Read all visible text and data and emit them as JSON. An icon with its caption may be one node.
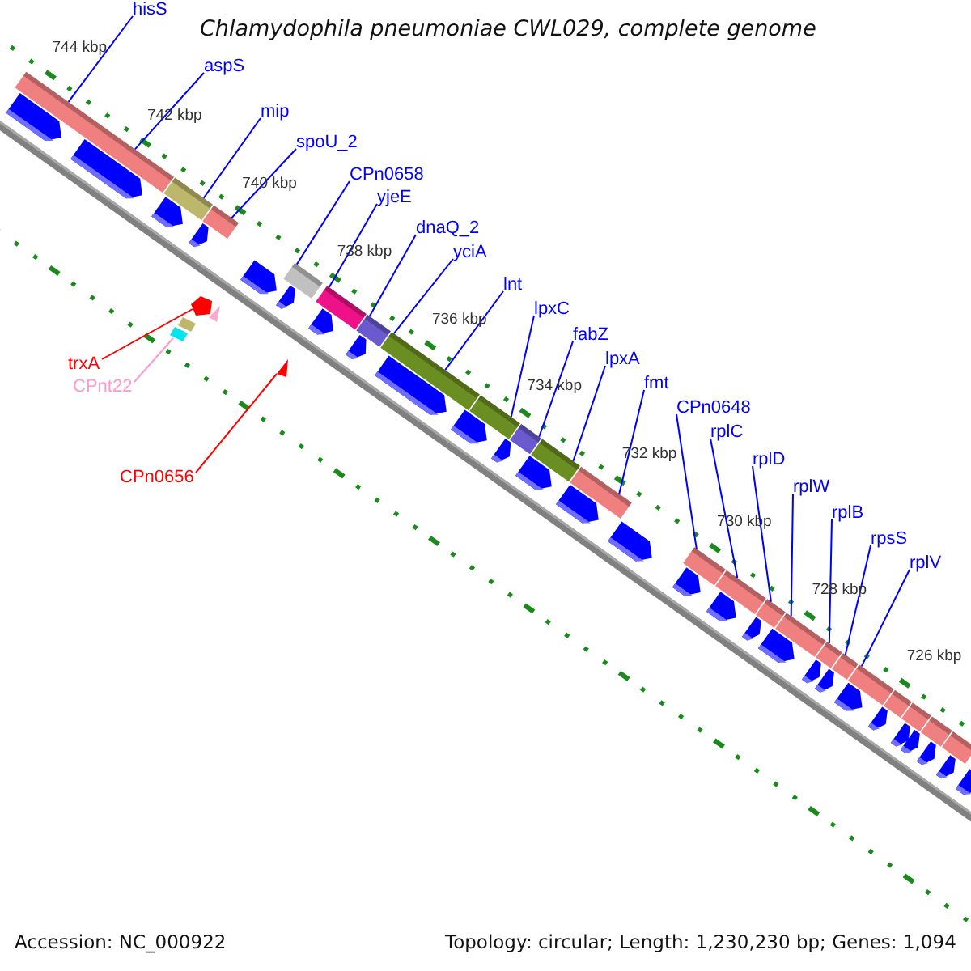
{
  "diagram": {
    "title": "Chlamydophila pneumoniae CWL029, complete genome",
    "nodes": [
      {
        "text": [
          "hisS"
        ]
      },
      {
        "text": [
          "aspS"
        ]
      },
      {
        "text": [
          "mip"
        ]
      },
      {
        "text": [
          "spoU_2"
        ]
      },
      {
        "text": [
          "CPn0658"
        ]
      },
      {
        "text": [
          "yjeE"
        ]
      },
      {
        "text": [
          "dnaQ_2"
        ]
      },
      {
        "text": [
          "yciA"
        ]
      },
      {
        "text": [
          "lnt"
        ]
      },
      {
        "text": [
          "lpxC"
        ]
      },
      {
        "text": [
          "fabZ"
        ]
      },
      {
        "text": [
          "lpxA"
        ]
      },
      {
        "text": [
          "fmt"
        ]
      },
      {
        "text": [
          "CPn0648"
        ]
      },
      {
        "text": [
          "rplC"
        ]
      },
      {
        "text": [
          "rplD"
        ]
      },
      {
        "text": [
          "rplW"
        ]
      },
      {
        "text": [
          "rplB"
        ]
      },
      {
        "text": [
          "rpsS"
        ]
      },
      {
        "text": [
          "rplV"
        ]
      },
      {
        "text": [
          "trxA"
        ]
      },
      {
        "text": [
          "CPnt22"
        ]
      },
      {
        "text": [
          "CPn0656"
        ]
      },
      {
        "text": [],
        "shape": "bar"
      },
      {
        "text": [],
        "shape": "bar"
      },
      {
        "text": [],
        "shape": "bar"
      },
      {
        "text": [],
        "shape": "bar"
      },
      {
        "text": [],
        "shape": "bar"
      },
      {
        "text": [],
        "shape": "bar"
      },
      {
        "text": [],
        "shape": "bar"
      },
      {
        "text": [],
        "shape": "bar"
      },
      {
        "text": [],
        "shape": "bar"
      },
      {
        "text": [],
        "shape": "bar"
      },
      {
        "text": [],
        "shape": "bar"
      },
      {
        "text": [],
        "shape": "bar"
      },
      {
        "text": [],
        "shape": "bar"
      },
      {
        "text": [],
        "shape": "bar"
      },
      {
        "text": [],
        "shape": "bar"
      },
      {
        "text": [],
        "shape": "bar"
      },
      {
        "text": [],
        "shape": "bar"
      },
      {
        "text": [],
        "shape": "bar"
      },
      {
        "text": [],
        "shape": "bar"
      },
      {
        "text": [],
        "shape": "bar"
      },
      {
        "text": [],
        "shape": "bar"
      },
      {
        "text": [],
        "shape": "bar"
      },
      {
        "text": [],
        "shape": "arrow"
      },
      {
        "text": [],
        "shape": "box"
      },
      {
        "text": [],
        "shape": "triangle"
      }
    ],
    "edges": [
      {
        "from": 0,
        "to": 23,
        "arrow": "none"
      },
      {
        "from": 1,
        "to": 23,
        "arrow": "none"
      },
      {
        "from": 2,
        "to": 24,
        "arrow": "none"
      },
      {
        "from": 3,
        "to": 25,
        "arrow": "none"
      },
      {
        "from": 4,
        "to": 26,
        "arrow": "none"
      },
      {
        "from": 5,
        "to": 27,
        "arrow": "none"
      },
      {
        "from": 6,
        "to": 28,
        "arrow": "none"
      },
      {
        "from": 7,
        "to": 29,
        "arrow": "none"
      },
      {
        "from": 8,
        "to": 29,
        "arrow": "none"
      },
      {
        "from": 9,
        "to": 30,
        "arrow": "none"
      },
      {
        "from": 10,
        "to": 31,
        "arrow": "none"
      },
      {
        "from": 11,
        "to": 32,
        "arrow": "none"
      },
      {
        "from": 12,
        "to": 33,
        "arrow": "none"
      },
      {
        "from": 13,
        "to": 34,
        "arrow": "none"
      },
      {
        "from": 14,
        "to": 35,
        "arrow": "none"
      },
      {
        "from": 15,
        "to": 36,
        "arrow": "none"
      },
      {
        "from": 16,
        "to": 37,
        "arrow": "none"
      },
      {
        "from": 17,
        "to": 38,
        "arrow": "none"
      },
      {
        "from": 18,
        "to": 39,
        "arrow": "none"
      },
      {
        "from": 19,
        "to": 40,
        "arrow": "none"
      },
      {
        "from": 20,
        "to": 45,
        "arrow": "none",
        "color": "#ff0000"
      },
      {
        "from": 21,
        "to": 46,
        "arrow": "none",
        "color": "#ff99cc"
      },
      {
        "from": 22,
        "to": 47,
        "arrow": "none",
        "color": "#ff0000"
      }
    ],
    "labels": [
      "744 kbp",
      "742 kbp",
      "740 kbp",
      "738 kbp",
      "736 kbp",
      "734 kbp",
      "732 kbp",
      "730 kbp",
      "728 kbp",
      "726 kbp",
      "Accession: NC_000922",
      "Topology: circular; Length: 1,230,230 bp; Genes: 1,094"
    ]
  }
}
